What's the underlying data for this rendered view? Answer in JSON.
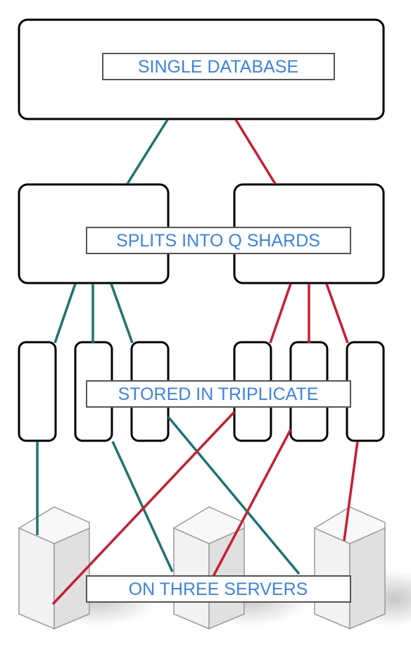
{
  "labels": {
    "single_database": "SINGLE DATABASE",
    "splits": "SPLITS INTO Q SHARDS",
    "stored": "STORED IN TRIPLICATE",
    "servers": "ON THREE SERVERS"
  },
  "colors": {
    "teal": "#1f7373",
    "red": "#c81e32",
    "label_text": "#3c82e6",
    "server_face": "#f2f2f2",
    "server_side": "#e0e0e0",
    "server_top": "#f8f8f8"
  }
}
